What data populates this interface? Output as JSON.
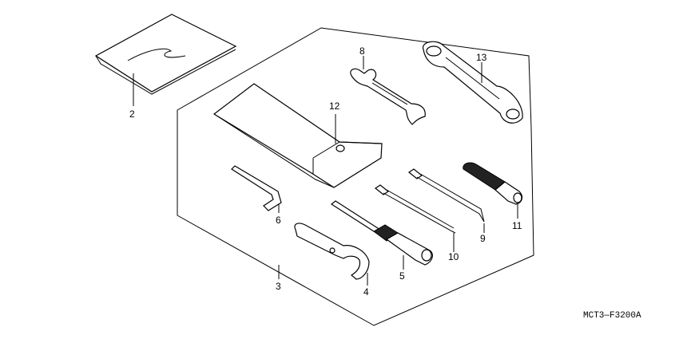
{
  "parts": {
    "p2": "2",
    "p3": "3",
    "p4": "4",
    "p5": "5",
    "p6": "6",
    "p8": "8",
    "p9": "9",
    "p10": "10",
    "p11": "11",
    "p12": "12",
    "p13": "13"
  },
  "diagram_code": "MCT3—F3200A"
}
